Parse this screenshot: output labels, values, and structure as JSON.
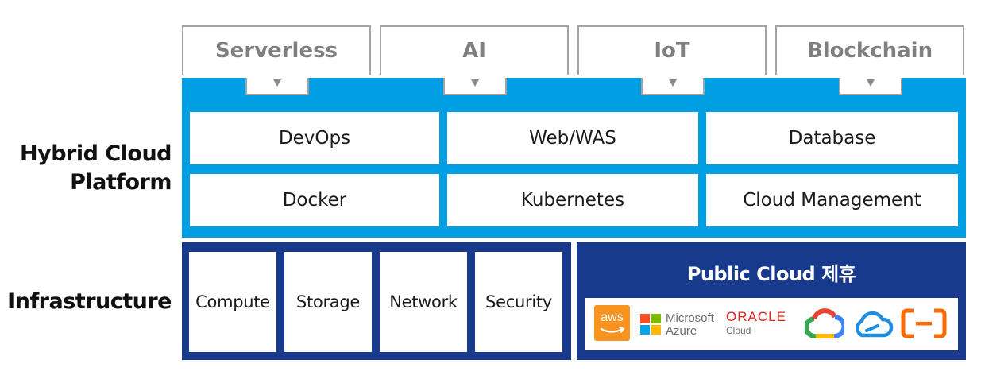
{
  "labels": {
    "platform_line1": "Hybrid Cloud",
    "platform_line2": "Platform",
    "infrastructure": "Infrastructure"
  },
  "tabs": [
    "Serverless",
    "AI",
    "IoT",
    "Blockchain"
  ],
  "platform": {
    "row1": [
      "DevOps",
      "Web/WAS",
      "Database"
    ],
    "row2": [
      "Docker",
      "Kubernetes",
      "Cloud Management"
    ]
  },
  "infrastructure": {
    "cells": [
      "Compute",
      "Storage",
      "Network",
      "Security"
    ]
  },
  "public_cloud": {
    "title": "Public Cloud 제휴",
    "logos": {
      "aws": "aws",
      "microsoft": "Microsoft",
      "azure": "Azure",
      "oracle": "ORACLE",
      "oracle_cloud": "Cloud"
    }
  },
  "colors": {
    "platform_blue": "#009fe3",
    "infra_navy": "#173a8c",
    "tab_gray": "#a3a3a3",
    "aws_orange": "#f7931e",
    "oracle_red": "#e2231a",
    "alibaba_orange": "#ff6a00"
  }
}
